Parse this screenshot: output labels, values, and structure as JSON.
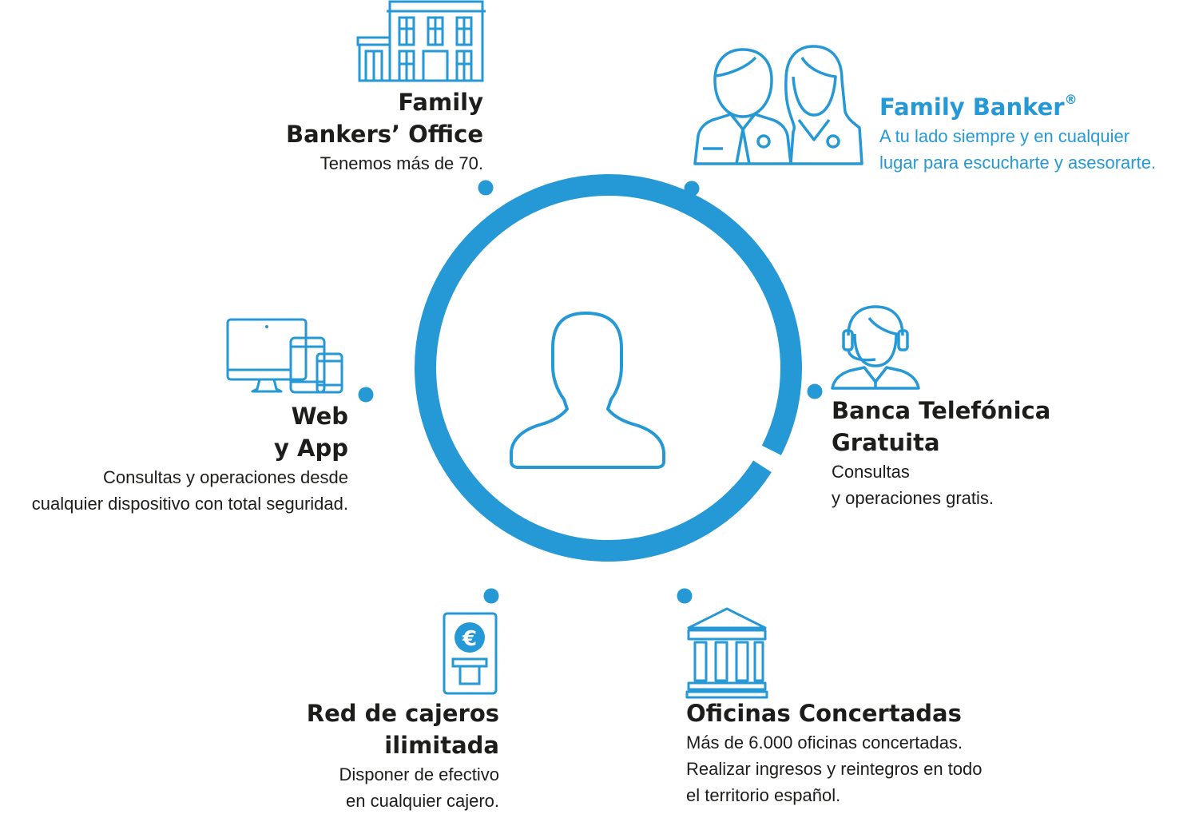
{
  "colors": {
    "accent": "#2598d6",
    "text": "#1d1d1b",
    "background": "#ffffff"
  },
  "center": {
    "icon": "user-silhouette-icon"
  },
  "channels": {
    "office": {
      "icon": "building-icon",
      "title_line1": "Family",
      "title_line2": "Bankers’ Office",
      "desc_line1": "Tenemos más de 70."
    },
    "banker": {
      "icon": "family-bankers-people-icon",
      "title": "Family Banker",
      "title_mark": "®",
      "desc_line1": "A tu lado siempre y en cualquier",
      "desc_line2": "lugar para escucharte y asesorarte."
    },
    "phone": {
      "icon": "headset-operator-icon",
      "title_line1": "Banca Telefónica",
      "title_line2": "Gratuita",
      "desc_line1": "Consultas",
      "desc_line2": "y operaciones gratis."
    },
    "web": {
      "icon": "devices-icon",
      "title_line1": "Web",
      "title_line2": "y App",
      "desc_line1": "Consultas y operaciones desde",
      "desc_line2": "cualquier dispositivo con total seguridad."
    },
    "atm": {
      "icon": "atm-euro-icon",
      "title_line1": "Red de cajeros",
      "title_line2": "ilimitada",
      "desc_line1": "Disponer de efectivo",
      "desc_line2": "en cualquier cajero."
    },
    "branches": {
      "icon": "bank-building-icon",
      "title_line1": "Oficinas Concertadas",
      "desc_line1": "Más de 6.000 oficinas concertadas.",
      "desc_line2": "Realizar ingresos y reintegros en todo",
      "desc_line3": "el territorio español."
    }
  }
}
